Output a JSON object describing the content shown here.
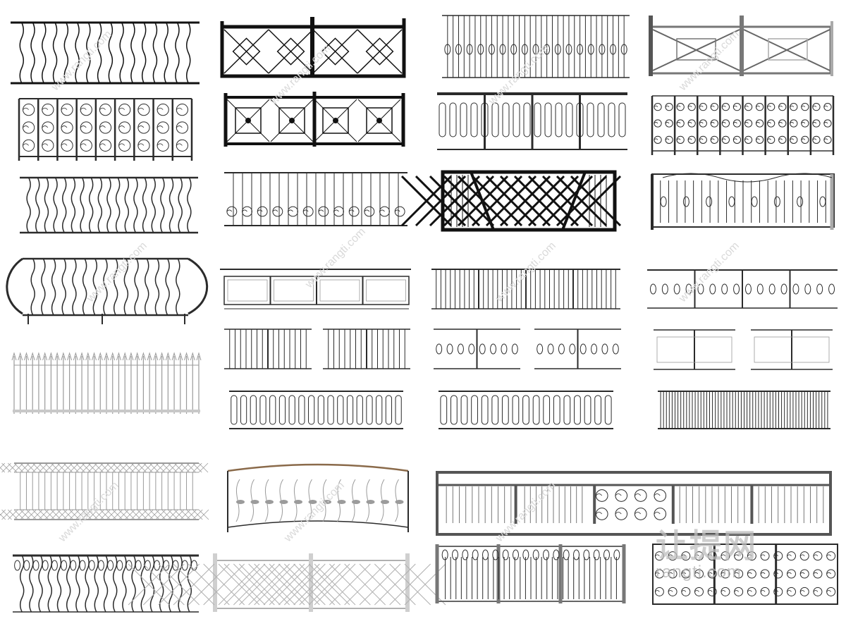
{
  "colors": {
    "iron": "#2b2b2b",
    "dark": "#111111",
    "light": "#9a9a9a",
    "watermark": "#d9d9d9"
  },
  "watermark": {
    "text": "www.rangti.com"
  },
  "logo": {
    "text": "让提网",
    "domain": "rangti.com"
  }
}
